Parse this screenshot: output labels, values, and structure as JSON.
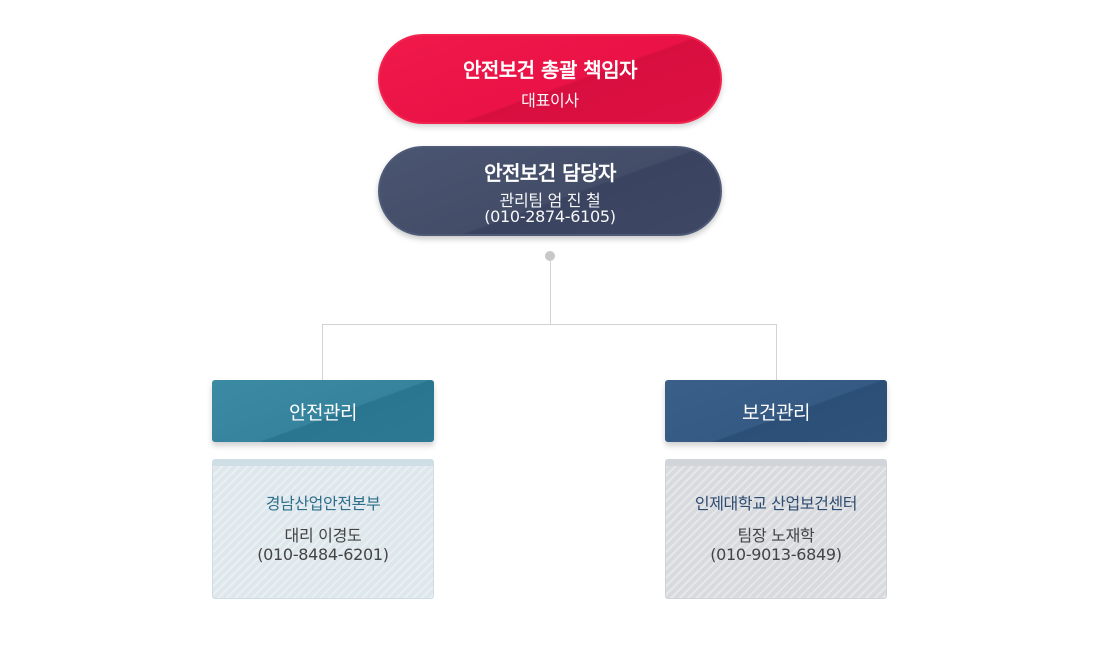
{
  "top": {
    "title": "안전보건 총괄 책임자",
    "subtitle": "대표이사"
  },
  "manager": {
    "title": "안전보건 담당자",
    "line1": "관리팀 엄 진 철",
    "line2": "(010-2874-6105)"
  },
  "departments": [
    {
      "label": "안전관리",
      "org": "경남산업안전본부",
      "contact_name": "대리 이경도",
      "contact_phone": "(010-8484-6201)"
    },
    {
      "label": "보건관리",
      "org": "인제대학교 산업보건센터",
      "contact_name": "팀장 노재학",
      "contact_phone": "(010-9013-6849)"
    }
  ],
  "colors": {
    "top_accent": "#ea1246",
    "manager_accent": "#434d68",
    "safety_accent": "#36839d",
    "health_accent": "#355a83"
  }
}
